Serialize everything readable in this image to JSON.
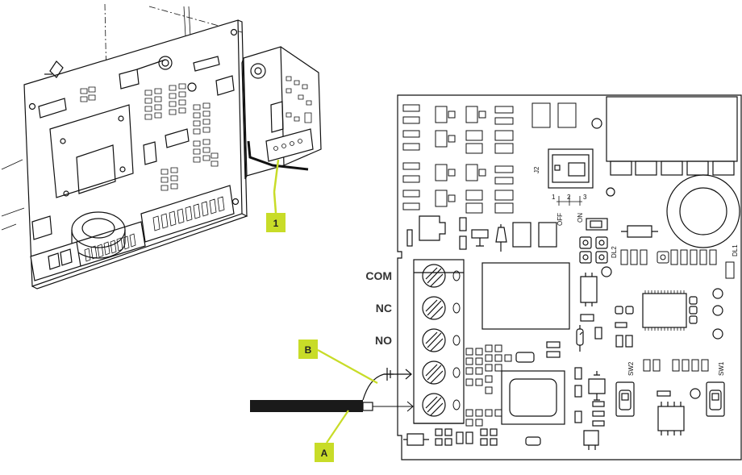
{
  "callouts": {
    "one": "1",
    "a": "A",
    "b": "B"
  },
  "terminals": {
    "com": "COM",
    "nc": "NC",
    "no": "NO"
  },
  "board_marks": {
    "j2": "J2",
    "dip_1": "1",
    "dip_2": "2",
    "dip_3": "3",
    "off": "OFF",
    "on": "ON",
    "dl1": "DL1",
    "dl2": "DL2",
    "sw1": "SW1",
    "sw2": "SW2"
  },
  "colors": {
    "callout_fill": "#c8dc28",
    "line": "#111111",
    "cable": "#1a1a1a"
  }
}
